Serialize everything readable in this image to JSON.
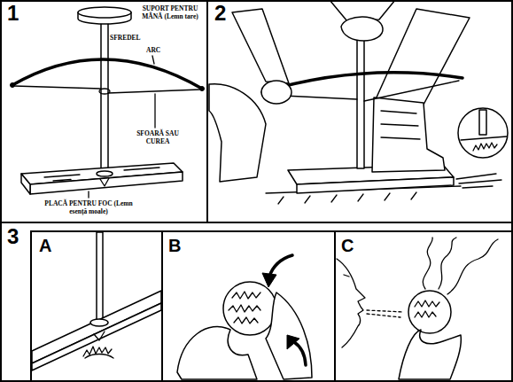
{
  "diagram": {
    "nodes": [
      {
        "text": [
          "1"
        ]
      },
      {
        "text": [
          "2"
        ]
      },
      {
        "text": [
          "3"
        ]
      },
      {
        "text": [
          "A"
        ],
        "in": 2
      },
      {
        "text": [
          "B"
        ],
        "in": 2
      },
      {
        "text": [
          "C"
        ],
        "in": 2
      }
    ],
    "labels": [
      "SUPORT PENTRU MÂNĂ (Lemn tare)",
      "SFREDEL",
      "ARC",
      "SFOARĂ SAU CUREA",
      "PLACĂ PENTRU FOC (Lemn esență moale)"
    ]
  }
}
